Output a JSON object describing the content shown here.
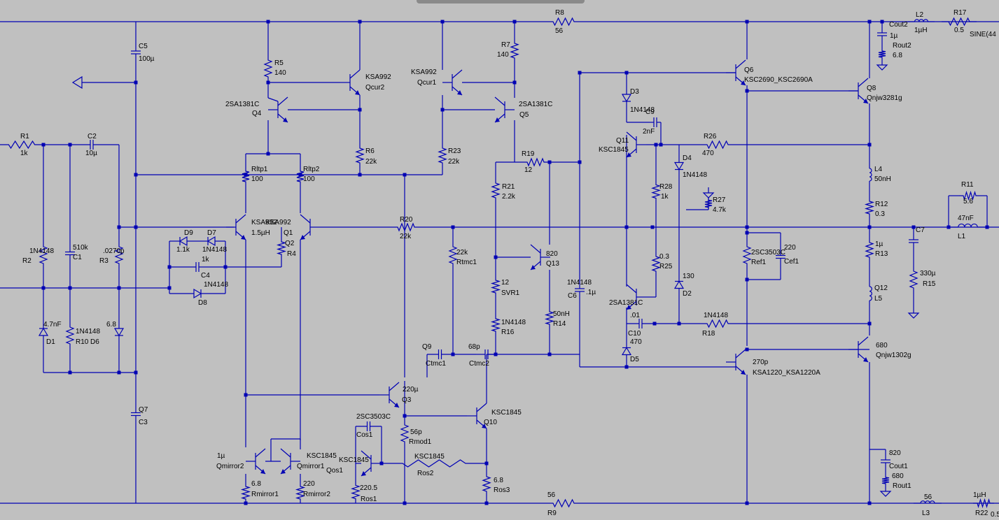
{
  "colors": {
    "background": "#c0c0c0",
    "wire": "#0000b4",
    "label": "#000000"
  },
  "labels": [
    "R8",
    "56",
    "Cout2",
    "L2",
    "1µH",
    "R17",
    "0.5",
    "SINE(44",
    "1µ",
    "Rout2",
    "6.8",
    "C5",
    "100µ",
    "R5",
    "140",
    "KSA992",
    "Qcur2",
    "KSA992",
    "Qcur1",
    "R7",
    "140",
    "Q6",
    "KSC2690_KSC2690A",
    "Q8",
    "Qnjw3281g",
    "2SA1381C",
    "Q4",
    "2SA1381C",
    "Q5",
    "D3",
    "1N4148",
    "C9",
    "2nF",
    "R1",
    "1k",
    "C2",
    "10µ",
    "Q11",
    "KSC1845",
    "R26",
    "470",
    "R6",
    "22k",
    "R23",
    "22k",
    "R19",
    "12",
    "D4",
    "1N4148",
    "Rltp1",
    "100",
    "Rltp2",
    "100",
    "L4",
    "50nH",
    "R21",
    "2.2k",
    "R28",
    "1k",
    "R27",
    "4.7k",
    "R11",
    "5.6",
    "R12",
    "0.3",
    "D9",
    "D7",
    "KSA992",
    "KSA992",
    "R20",
    "22k",
    "C7",
    "47nF",
    "L1",
    "1.5µH",
    "Q1",
    "Q2",
    "R4",
    "1.1k",
    "1N4148",
    "1N4148",
    "R2",
    "510k",
    "C1",
    ".0270p",
    "R3",
    "22k",
    "Rtmc1",
    "820",
    "Q13",
    "2SC3503C",
    "Ref1",
    "220",
    "Cef1",
    "1µ",
    "R13",
    "0.3",
    "R25",
    "1k",
    "C4",
    "330µ",
    "R15",
    "12",
    "SVR1",
    "130",
    "D2",
    "1N4148",
    "D8",
    "1N4148",
    "C6",
    ".1µ",
    "2SA1381C",
    "Q12",
    "L5",
    "50nH",
    "R14",
    ".01",
    "C10",
    "4.7nF",
    "D1",
    "1N4148",
    "R10",
    "6.8",
    "D6",
    "1N4148",
    "R18",
    "470",
    "D5",
    "1N4148",
    "R16",
    "680",
    "Qnjw1302g",
    "Q9",
    "Ctmc1",
    "68p",
    "Ctmc2",
    "270p",
    "KSA1220_KSA1220A",
    "Q7",
    "C3",
    "220µ",
    "Q3",
    "KSC1845",
    "Q10",
    "2SC3503C",
    "Cos1",
    "56p",
    "Rmod1",
    "820",
    "Cout1",
    "1µ",
    "Qmirror2",
    "KSC1845",
    "Qmirror1",
    "KSC1845",
    "Qos1",
    "KSC1845",
    "Ros2",
    "680",
    "Rout1",
    "6.8",
    "Rmirror1",
    "220",
    "Rmirror2",
    "220.5",
    "Ros1",
    "6.8",
    "Ros3",
    "56",
    "R9",
    "56",
    "L3",
    "1µH",
    "R22",
    "0.5",
    "SI"
  ]
}
